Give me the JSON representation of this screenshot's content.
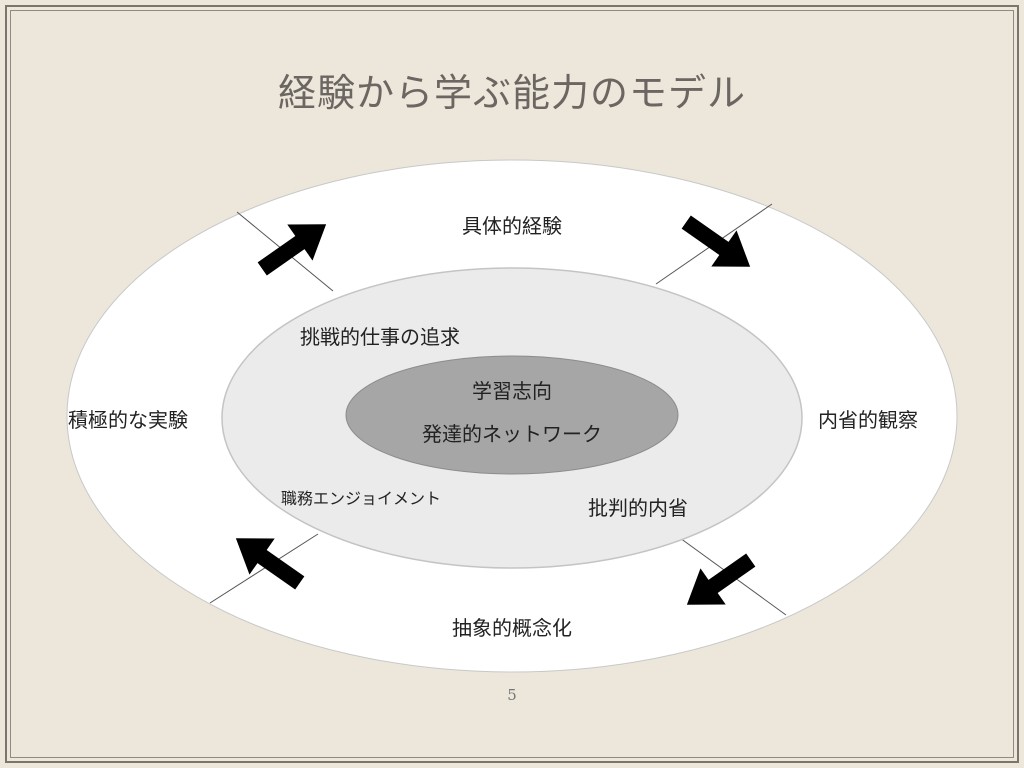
{
  "slide": {
    "title": "経験から学ぶ能力のモデル",
    "page_number": "5"
  },
  "cycle": {
    "top": "具体的経験",
    "right": "内省的観察",
    "bottom": "抽象的概念化",
    "left": "積極的な実験"
  },
  "middle_ring": {
    "top_left": "挑戦的仕事の追求",
    "bottom_left": "職務エンジョイメント",
    "bottom_right": "批判的内省"
  },
  "core": {
    "line1": "学習志向",
    "line2": "発達的ネットワーク"
  },
  "colors": {
    "background": "#ede7db",
    "outer_ellipse": "#ffffff",
    "middle_ellipse": "#ebebeb",
    "core_ellipse": "#a6a6a6",
    "arrow": "#000000"
  }
}
